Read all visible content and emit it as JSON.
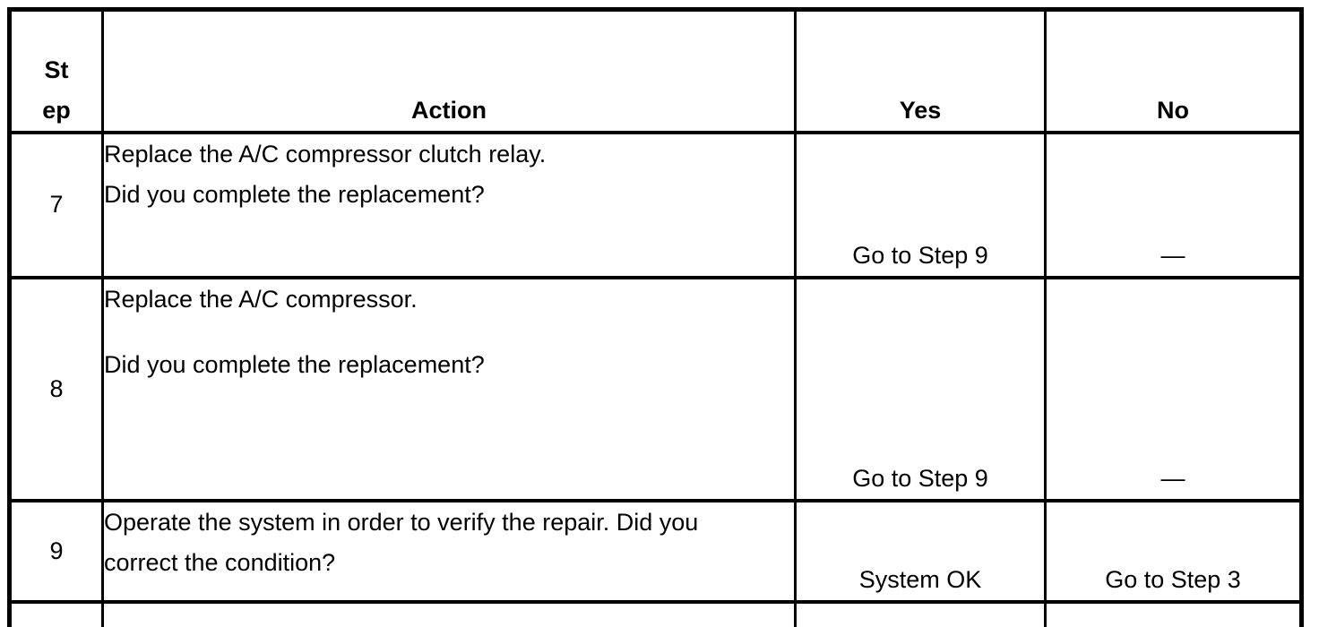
{
  "table": {
    "header": {
      "step_lines": [
        "St",
        "ep"
      ],
      "action": "Action",
      "yes": "Yes",
      "no": "No"
    },
    "rows": [
      {
        "step": "7",
        "action_lines": [
          "Replace the A/C compressor clutch relay.",
          "Did you complete the replacement?"
        ],
        "yes": "Go to Step 9",
        "no": "—"
      },
      {
        "step": "8",
        "action_lines": [
          "Replace the A/C compressor.",
          "",
          "Did you complete the replacement?"
        ],
        "yes": "Go to Step 9",
        "no": "—"
      },
      {
        "step": "9",
        "action_lines": [
          "Operate the system in order to verify the repair. Did you",
          "correct the condition?"
        ],
        "yes": "System OK",
        "no": "Go to Step 3"
      }
    ]
  }
}
